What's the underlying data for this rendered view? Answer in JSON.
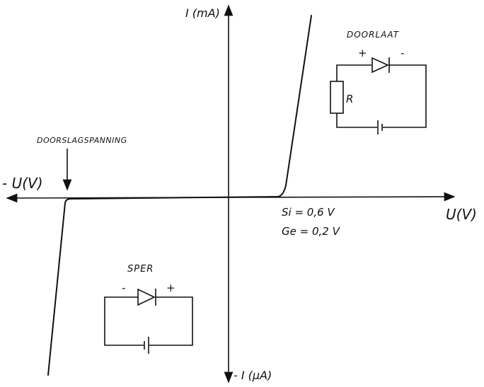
{
  "axes": {
    "y_positive": "I (mA)",
    "y_negative": "- I (µA)",
    "x_positive": "U(V)",
    "x_negative": "- U(V)"
  },
  "annotations": {
    "breakdown": "DOORSLAGSPANNING",
    "si_threshold": "Si = 0,6 V",
    "ge_threshold": "Ge = 0,2 V"
  },
  "forward_circuit": {
    "title": "DOORLAAT",
    "plus": "+",
    "minus": "-",
    "resistor": "R"
  },
  "reverse_circuit": {
    "title": "SPER",
    "plus": "+",
    "minus": "-"
  }
}
